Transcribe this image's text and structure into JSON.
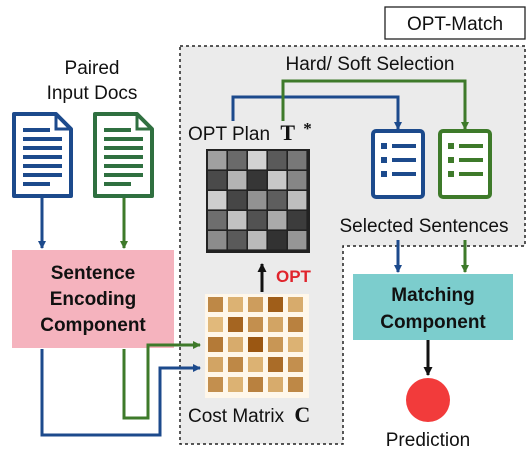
{
  "title": "OPT-Match",
  "input_label_line1": "Paired",
  "input_label_line2": "Input Docs",
  "selection_label": "Hard/ Soft Selection",
  "opt_plan_label": "OPT Plan",
  "opt_plan_symbol": "T",
  "opt_plan_star": "*",
  "opt_arrow_label": "OPT",
  "encoder_line1": "Sentence",
  "encoder_line2": "Encoding",
  "encoder_line3": "Component",
  "selected_label": "Selected Sentences",
  "matching_line1": "Matching",
  "matching_line2": "Component",
  "cost_label": "Cost Matrix",
  "cost_symbol": "C",
  "prediction_label": "Prediction",
  "colors": {
    "blue": "#1c4a8c",
    "green": "#3e7a2a",
    "doc_green": "#2f7040",
    "encoder_fill": "#f5b3be",
    "matching_fill": "#7ccdcd",
    "region_fill": "#ebebeb",
    "opt_red": "#e0242c",
    "prediction_red": "#f23b3b"
  },
  "opt_plan_grid": [
    [
      0.35,
      0.62,
      0.1,
      0.7,
      0.55
    ],
    [
      0.78,
      0.25,
      0.88,
      0.15,
      0.48
    ],
    [
      0.12,
      0.8,
      0.42,
      0.68,
      0.2
    ],
    [
      0.6,
      0.18,
      0.74,
      0.3,
      0.85
    ],
    [
      0.45,
      0.7,
      0.22,
      0.9,
      0.4
    ]
  ],
  "cost_grid": [
    [
      0.6,
      0.3,
      0.45,
      0.9,
      0.35
    ],
    [
      0.25,
      0.85,
      0.55,
      0.4,
      0.65
    ],
    [
      0.7,
      0.35,
      0.95,
      0.5,
      0.3
    ],
    [
      0.4,
      0.6,
      0.3,
      0.8,
      0.55
    ],
    [
      0.55,
      0.3,
      0.65,
      0.35,
      0.6
    ]
  ]
}
